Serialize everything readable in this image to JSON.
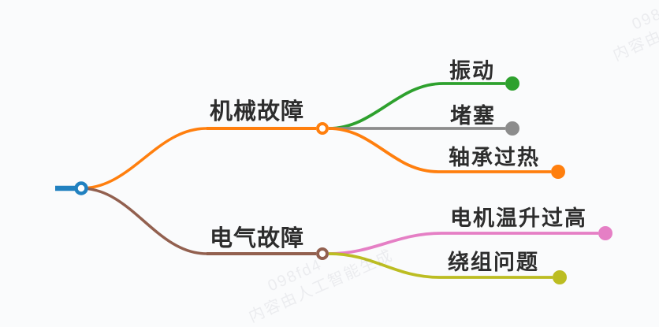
{
  "canvas": {
    "background": "#fafbfc",
    "text_color": "#2d2d2d"
  },
  "mindmap": {
    "root": {
      "label": "",
      "color": "#2181c0"
    },
    "branches": [
      {
        "label": "机械故障",
        "color": "#ff7f0e",
        "children": [
          {
            "label": "振动",
            "color": "#2ea12e"
          },
          {
            "label": "堵塞",
            "color": "#8c8c8c"
          },
          {
            "label": "轴承过热",
            "color": "#ff7f0e"
          }
        ]
      },
      {
        "label": "电气故障",
        "color": "#92604f",
        "children": [
          {
            "label": "电机温升过高",
            "color": "#e57fc5"
          },
          {
            "label": "绕组问题",
            "color": "#bcbd22"
          }
        ]
      }
    ]
  },
  "watermark": {
    "id_text": "098fd4",
    "ai_notice": "内容由人工智能生成"
  }
}
